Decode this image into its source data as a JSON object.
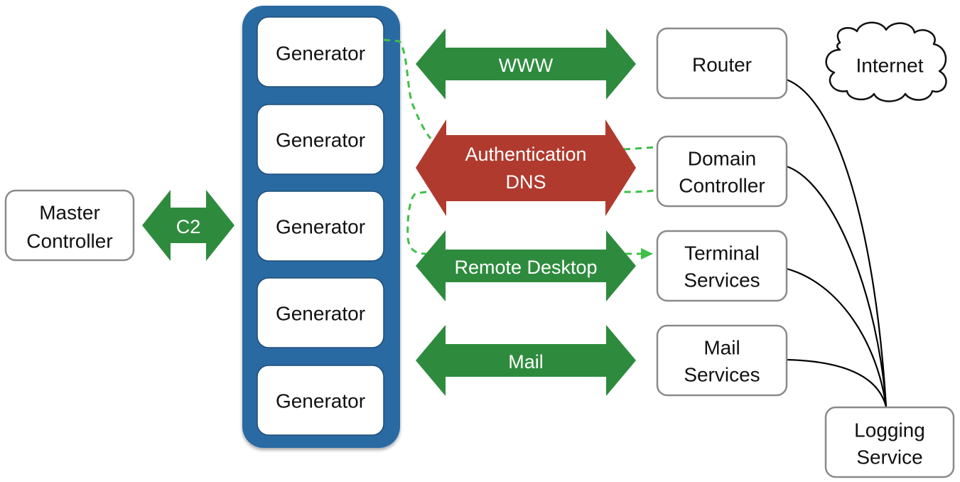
{
  "colors": {
    "generator_panel": "#2b6aa3",
    "arrow_green": "#2e8b3e",
    "arrow_red": "#b03a2e",
    "dashed_link": "#3fbf4a",
    "box_border": "#8a8a8a"
  },
  "master": {
    "line1": "Master",
    "line2": "Controller"
  },
  "c2": {
    "label": "C2"
  },
  "generators": [
    {
      "label": "Generator"
    },
    {
      "label": "Generator"
    },
    {
      "label": "Generator"
    },
    {
      "label": "Generator"
    },
    {
      "label": "Generator"
    }
  ],
  "channels": {
    "www": "WWW",
    "auth": {
      "line1": "Authentication",
      "line2": "DNS"
    },
    "rdp": "Remote Desktop",
    "mail": "Mail"
  },
  "services": {
    "router": "Router",
    "domain_controller": {
      "line1": "Domain",
      "line2": "Controller"
    },
    "terminal_services": {
      "line1": "Terminal",
      "line2": "Services"
    },
    "mail_services": {
      "line1": "Mail",
      "line2": "Services"
    },
    "logging_service": {
      "line1": "Logging",
      "line2": "Service"
    }
  },
  "internet": {
    "label": "Internet",
    "icon": "cloud-icon"
  }
}
